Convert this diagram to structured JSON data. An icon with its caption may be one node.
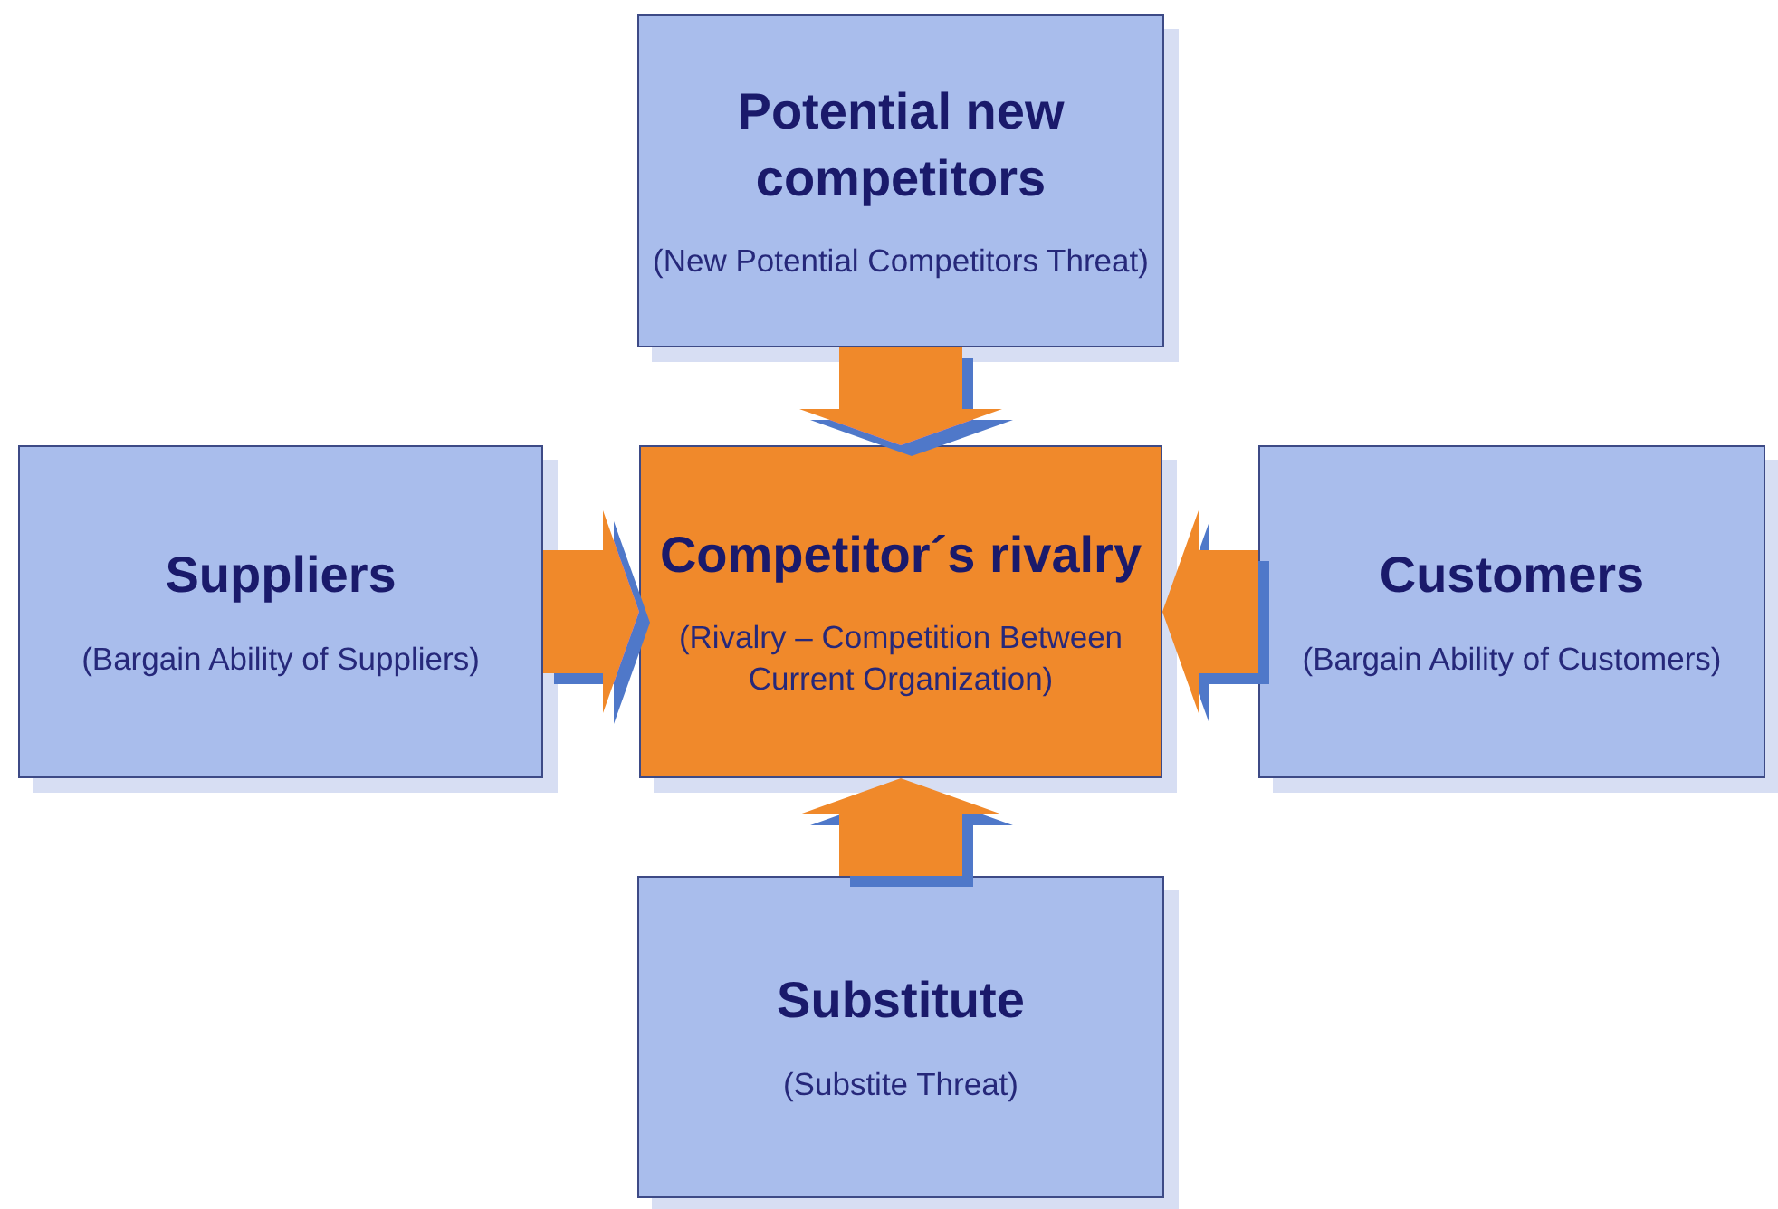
{
  "diagram": {
    "nodes": [
      {
        "text": [
          "Potential new competitors",
          "(New Potential Competitors Threat)"
        ]
      },
      {
        "text": [
          "Suppliers",
          "(Bargain Ability of Suppliers)"
        ]
      },
      {
        "text": [
          "Competitor´s rivalry",
          "(Rivalry – Competition Between Current Organization)"
        ]
      },
      {
        "text": [
          "Customers",
          "(Bargain Ability of Customers)"
        ]
      },
      {
        "text": [
          "Substitute",
          "(Substite Threat)"
        ]
      }
    ],
    "edges": [
      {
        "from": 0,
        "to": 2,
        "arrow": "to",
        "style": "thick"
      },
      {
        "from": 1,
        "to": 2,
        "arrow": "to",
        "style": "thick"
      },
      {
        "from": 3,
        "to": 2,
        "arrow": "to",
        "style": "thick"
      },
      {
        "from": 4,
        "to": 2,
        "arrow": "to",
        "style": "thick"
      }
    ]
  }
}
